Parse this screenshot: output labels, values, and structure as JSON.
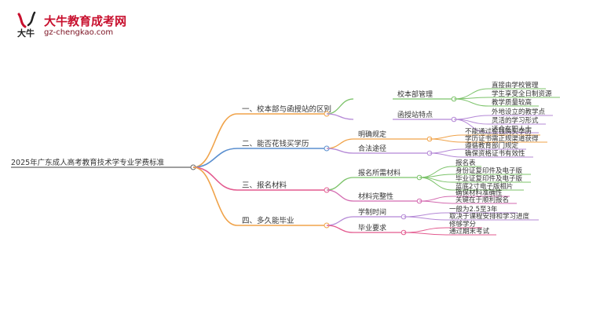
{
  "brand": {
    "title": "大牛教育成考网",
    "url": "gz-chengkao.com",
    "logo_text": "大牛"
  },
  "root": "2025年广东成人高考教育技术学专业学费标准",
  "branches": [
    {
      "label": "一、校本部与函授站的区别",
      "color": "#f0a34a",
      "children": [
        {
          "label": "校本部管理",
          "color": "#7cc36a",
          "leaves": [
            "直接由学校管理",
            "学生享受全日制资源",
            "教学质量较高"
          ]
        },
        {
          "label": "函授站特点",
          "color": "#b488d6",
          "leaves": [
            "外地设立的教学点",
            "灵活的学习形式",
            "适合在职人士"
          ]
        }
      ]
    },
    {
      "label": "二、能否花钱买学历",
      "color": "#5a8fcf",
      "children": [
        {
          "label": "明确规定",
          "color": "#f0a34a",
          "leaves": [
            "不能通过金钱购买学历",
            "学历证书需正规渠道获得"
          ]
        },
        {
          "label": "合法途径",
          "color": "#b488d6",
          "leaves": [
            "遵循教育部门规定",
            "确保资格证书有效性"
          ]
        }
      ]
    },
    {
      "label": "三、报名材料",
      "color": "#e35a8f",
      "children": [
        {
          "label": "报名所需材料",
          "color": "#7cc36a",
          "leaves": [
            "报名表",
            "身份证复印件及电子版",
            "毕业证复印件及电子版",
            "蓝底2寸电子版相片"
          ]
        },
        {
          "label": "材料完整性",
          "color": "#d36ab0",
          "leaves": [
            "确保材料准确性",
            "关键在于顺利报名"
          ]
        }
      ]
    },
    {
      "label": "四、多久能毕业",
      "color": "#f0a34a",
      "children": [
        {
          "label": "学制时间",
          "color": "#b488d6",
          "leaves": [
            "一般为2.5至3年",
            "取决于课程安排和学习进度"
          ]
        },
        {
          "label": "毕业要求",
          "color": "#e35a8f",
          "leaves": [
            "修够学分",
            "通过期末考试"
          ]
        }
      ]
    }
  ]
}
